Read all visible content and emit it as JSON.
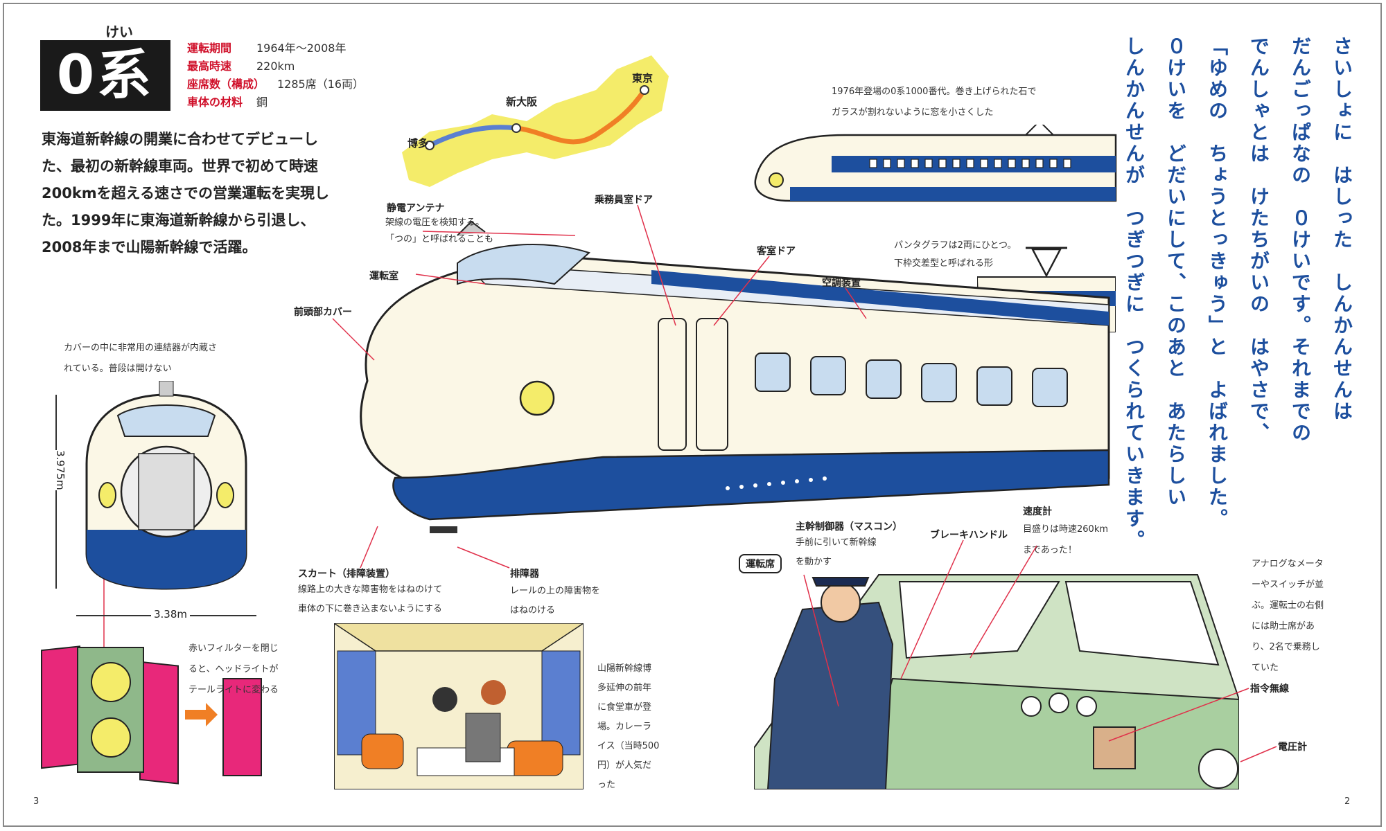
{
  "title": {
    "ruby": "けい",
    "text": "0系"
  },
  "specs": [
    {
      "key": "運転期間",
      "value": "1964年〜2008年"
    },
    {
      "key": "最高時速",
      "value": "220km"
    },
    {
      "key": "座席数（構成）",
      "value": "1285席（16両）"
    },
    {
      "key": "車体の材料",
      "value": "鋼"
    }
  ],
  "intro_lines": [
    "東海道新幹線の開業に合わせてデビューし",
    "た、最初の新幹線車両。世界で初めて時速",
    "200kmを超える速さでの営業運転を実現し",
    "た。1999年に東海道新幹線から引退し、",
    "2008年まで山陽新幹線で活躍。"
  ],
  "map": {
    "tokyo": "東京",
    "shin_osaka": "新大阪",
    "hakata": "博多"
  },
  "vertical_text": [
    "さいしょに　はしった　しんかんせんは",
    "だんごっぱなの　０けいです。それまでの",
    "でんしゃとは　けたちがいの　はやさで、",
    "「ゆめの　ちょうとっきゅう」と　よばれました。",
    "０けいを　どだいにして、このあと　あたらしい",
    "しんかんせんが　つぎつぎに　つくられていきます。"
  ],
  "small_train_caption": [
    "1976年登場の0系1000番代。巻き上げられた石で",
    "ガラスが割れないように窓を小さくした"
  ],
  "labels": {
    "antenna": "静電アンテナ",
    "antenna_note": [
      "架線の電圧を検知する。",
      "「つの」と呼ばれることも"
    ],
    "crew_door": "乗務員室ドア",
    "cab": "運転室",
    "passenger_door": "客室ドア",
    "pantograph_note": [
      "パンタグラフは2両にひとつ。",
      "下枠交差型と呼ばれる形"
    ],
    "aircon": "空調装置",
    "nose_cover": "前頭部カバー",
    "skirt": "スカート（排障装置）",
    "skirt_note": [
      "線路上の大きな障害物をはねのけて",
      "車体の下に巻き込まないようにする"
    ],
    "obstacle": "排障器",
    "obstacle_note": [
      "レールの上の障害物を",
      "はねのける"
    ]
  },
  "front_view": {
    "note": [
      "カバーの中に非常用の連結器が内蔵さ",
      "れている。普段は開けない"
    ],
    "height": "3.975m",
    "width": "3.38m"
  },
  "headlight_note": [
    "赤いフィルターを閉じ",
    "ると、ヘッドライトが",
    "テールライトに変わる"
  ],
  "dining_note": [
    "山陽新幹線博",
    "多延伸の前年",
    "に食堂車が登",
    "場。カレーラ",
    "イス（当時500",
    "円）が人気だ",
    "った"
  ],
  "cab_section": {
    "badge": "運転席",
    "master": "主幹制御器（マスコン）",
    "master_note": [
      "手前に引いて新幹線",
      "を動かす"
    ],
    "brake": "ブレーキハンドル",
    "speedometer": "速度計",
    "speed_note": [
      "目盛りは時速260km",
      "まであった！"
    ],
    "analog_note": [
      "アナログなメータ",
      "ーやスイッチが並",
      "ぶ。運転士の右側",
      "には助士席があ",
      "り、2名で乗務し",
      "ていた"
    ],
    "radio": "指令無線",
    "voltmeter": "電圧計"
  },
  "pages": {
    "left": "3",
    "right": "2"
  },
  "colors": {
    "blue": "#1d4f9e",
    "cream": "#fbf7e6",
    "red": "#d0102a",
    "green": "#cfe3c4",
    "yellow": "#f4ec6a"
  }
}
